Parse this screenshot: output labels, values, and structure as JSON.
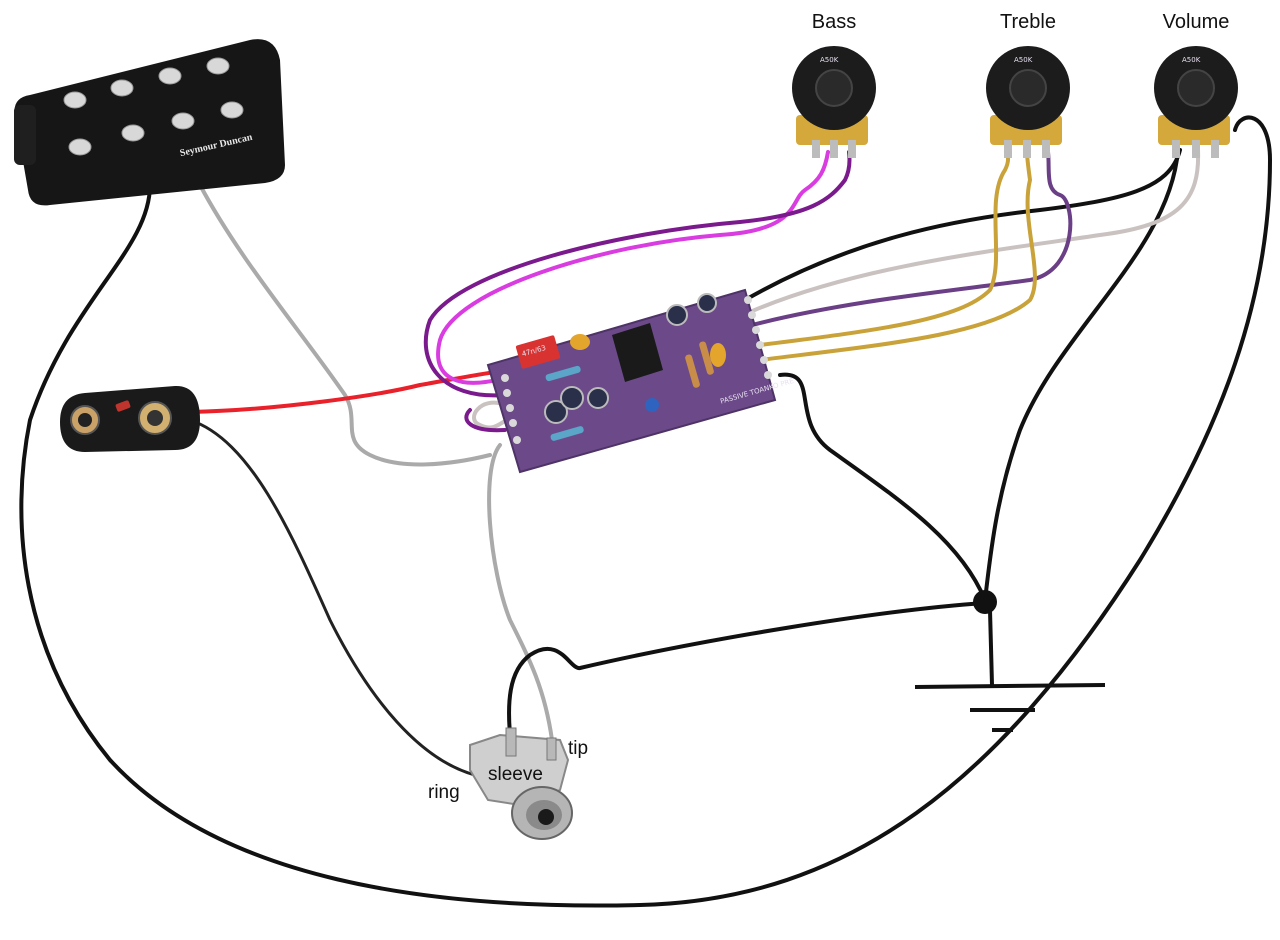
{
  "pots": [
    {
      "label": "Bass",
      "code": "A50K"
    },
    {
      "label": "Treble",
      "code": "A50K"
    },
    {
      "label": "Volume",
      "code": "A50K"
    }
  ],
  "pickup": {
    "brand": "Seymour Duncan"
  },
  "jack": {
    "ring": "ring",
    "sleeve": "sleeve",
    "tip": "tip"
  },
  "board": {
    "cap_marking": "47n/63",
    "board_text": "PASSIVE TOANKO PRE"
  },
  "colors": {
    "black": "#111111",
    "gray": "#aaaaaa",
    "light_gray": "#c9c2c0",
    "red": "#e8212b",
    "purple": "#7a1a8c",
    "magenta": "#d93ce0",
    "dark_purple": "#6b3f86",
    "gold": "#c9a23a",
    "pcb": "#6c4a8a",
    "pot_body": "#1c1c1c",
    "pot_base": "#d4a83a"
  }
}
